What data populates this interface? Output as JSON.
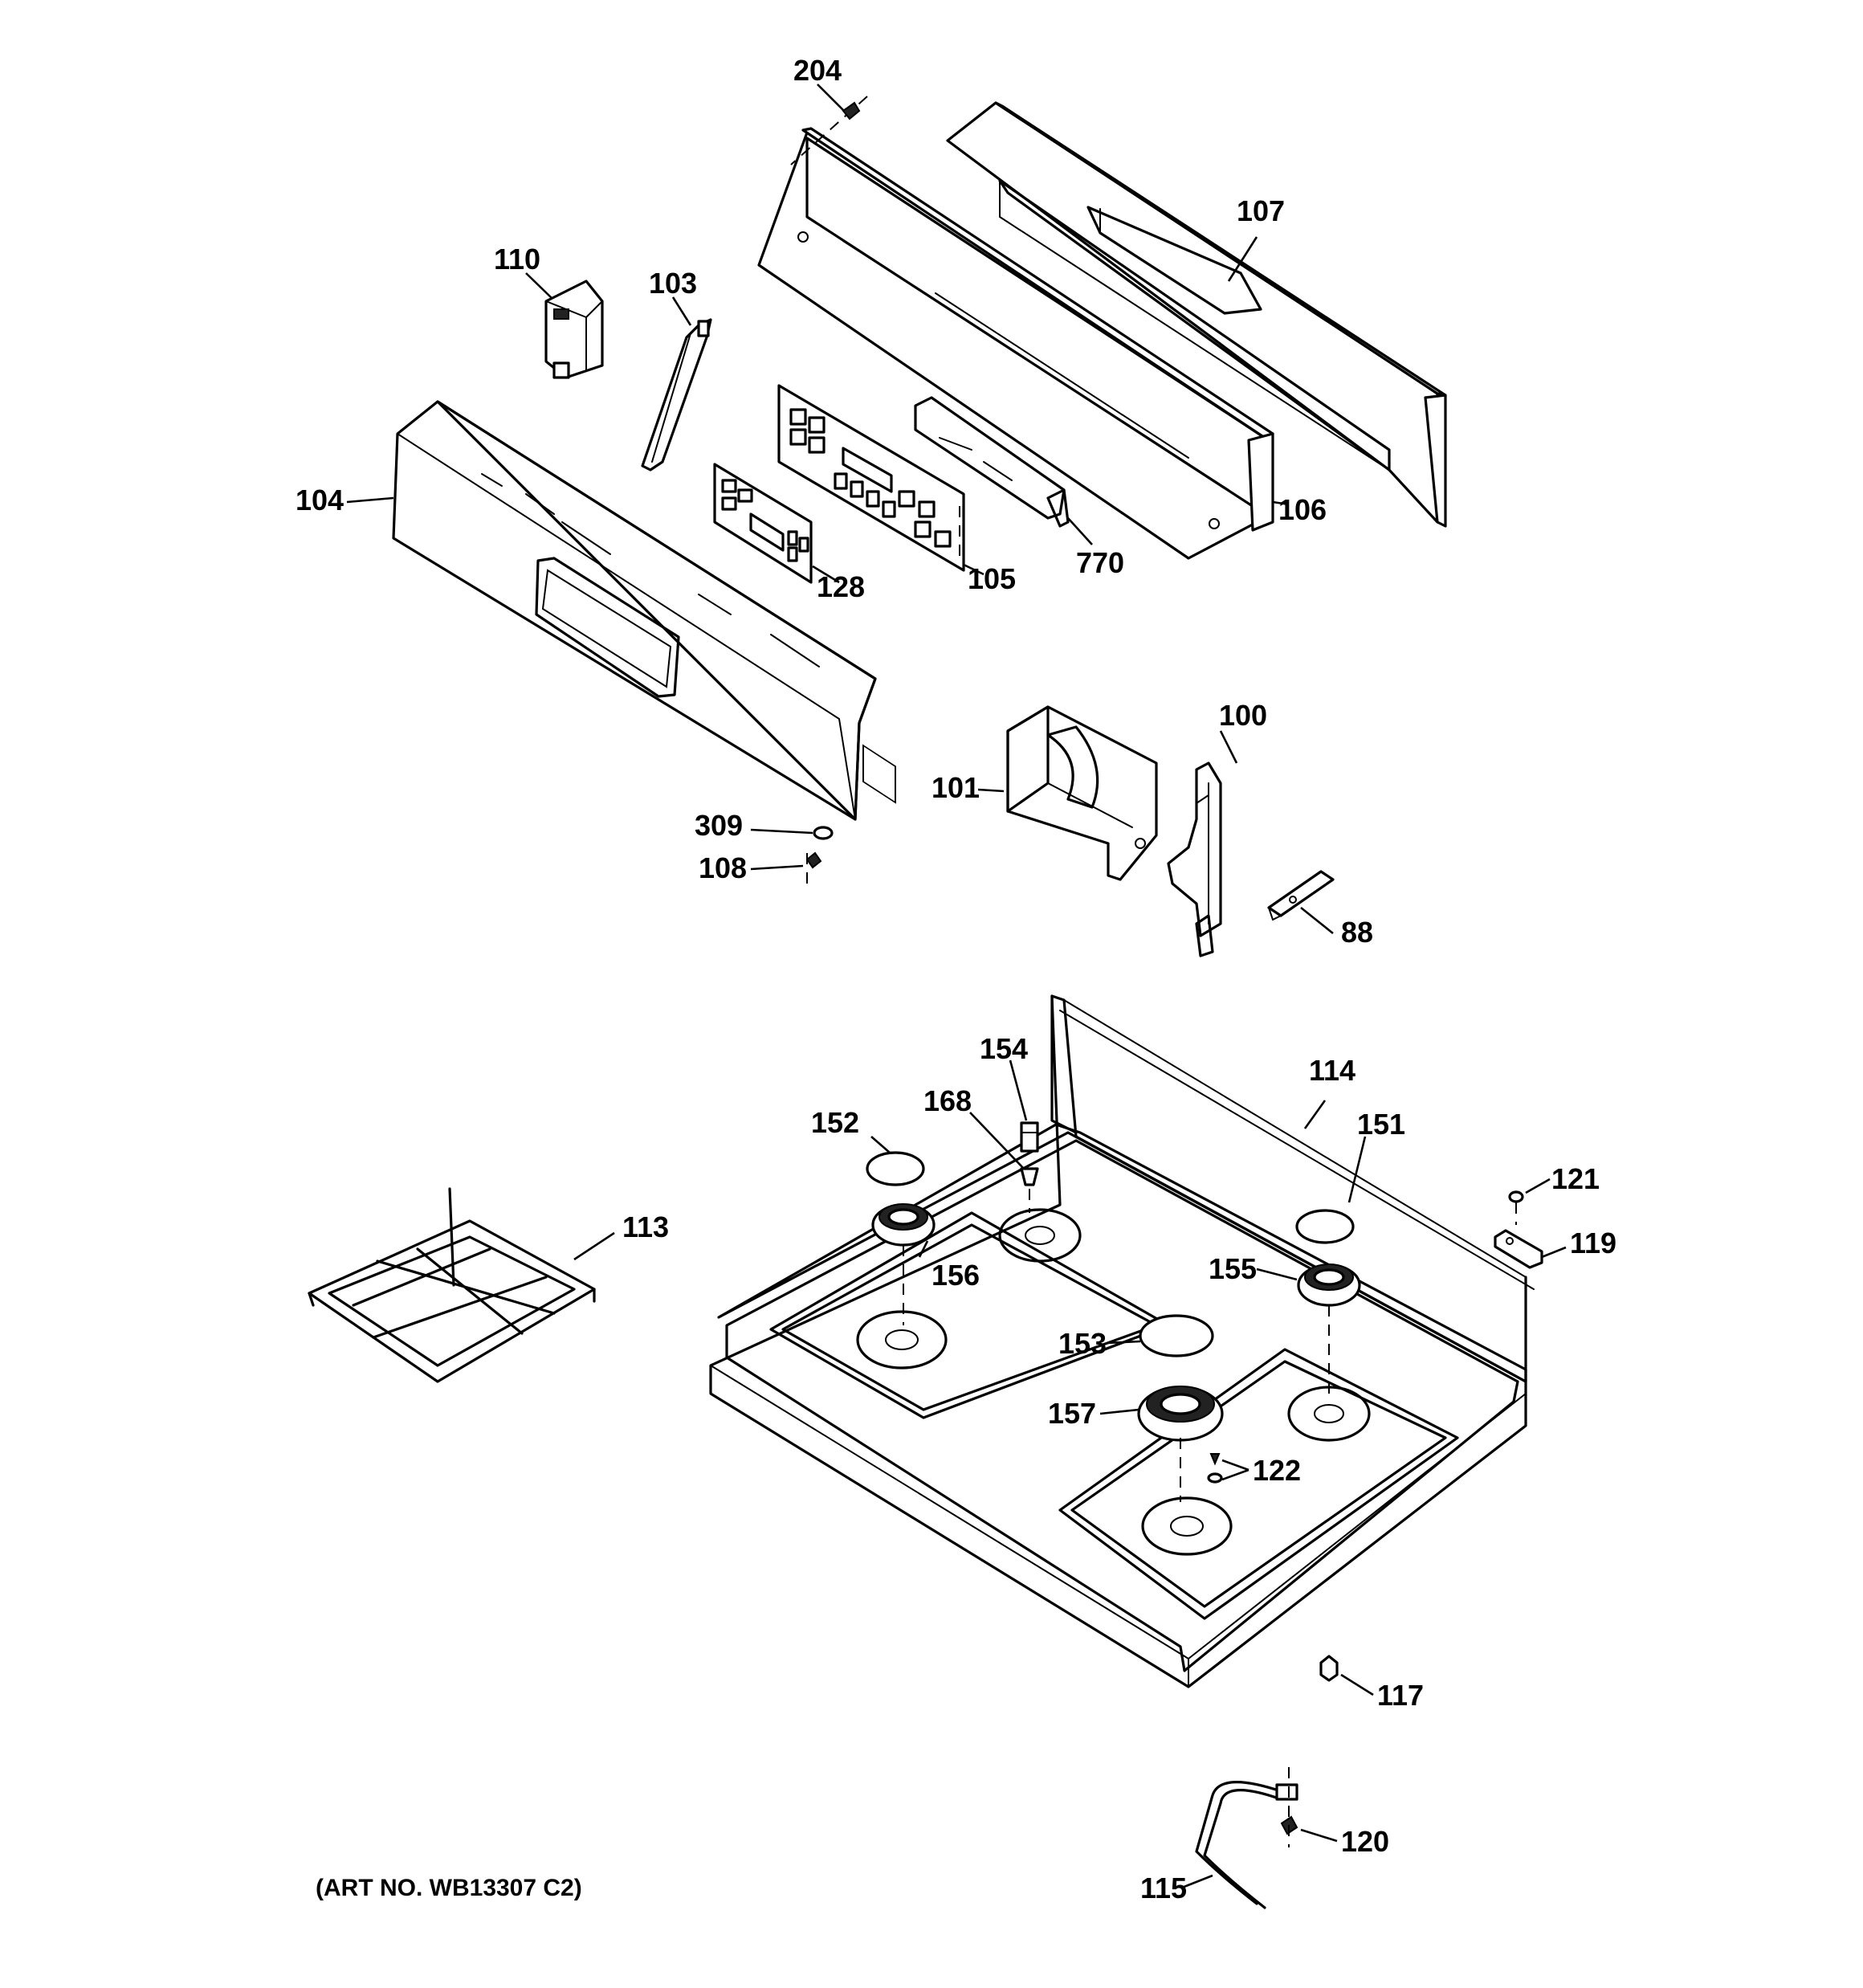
{
  "art_number": "(ART NO. WB13307 C2)",
  "callouts": {
    "p204": "204",
    "p107": "107",
    "p110": "110",
    "p103": "103",
    "p104": "104",
    "p106": "106",
    "p770": "770",
    "p128": "128",
    "p105": "105",
    "p100": "100",
    "p101": "101",
    "p309": "309",
    "p108": "108",
    "p88": "88",
    "p154": "154",
    "p168": "168",
    "p152": "152",
    "p114": "114",
    "p151": "151",
    "p121": "121",
    "p119": "119",
    "p113": "113",
    "p156": "156",
    "p155": "155",
    "p153": "153",
    "p157": "157",
    "p122": "122",
    "p117": "117",
    "p120": "120",
    "p115": "115"
  }
}
